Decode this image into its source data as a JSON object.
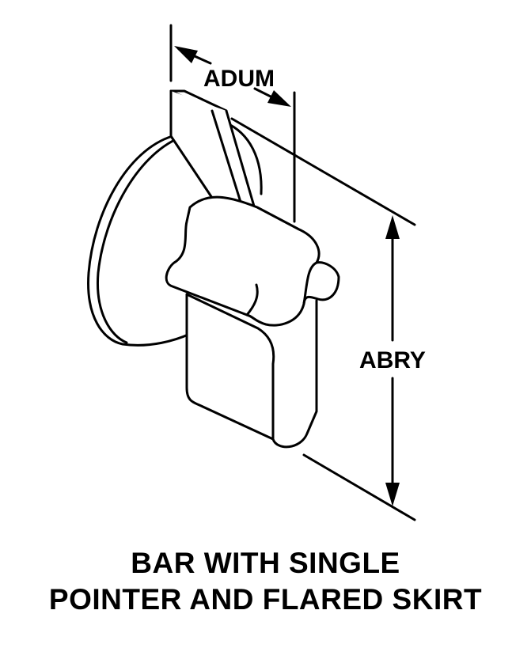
{
  "diagram": {
    "dimension_labels": {
      "width": "ADUM",
      "height": "ABRY"
    },
    "caption": {
      "line1": "BAR WITH SINGLE",
      "line2": "POINTER AND FLARED SKIRT"
    }
  },
  "colors": {
    "ink": "#000000",
    "paper": "#ffffff"
  }
}
